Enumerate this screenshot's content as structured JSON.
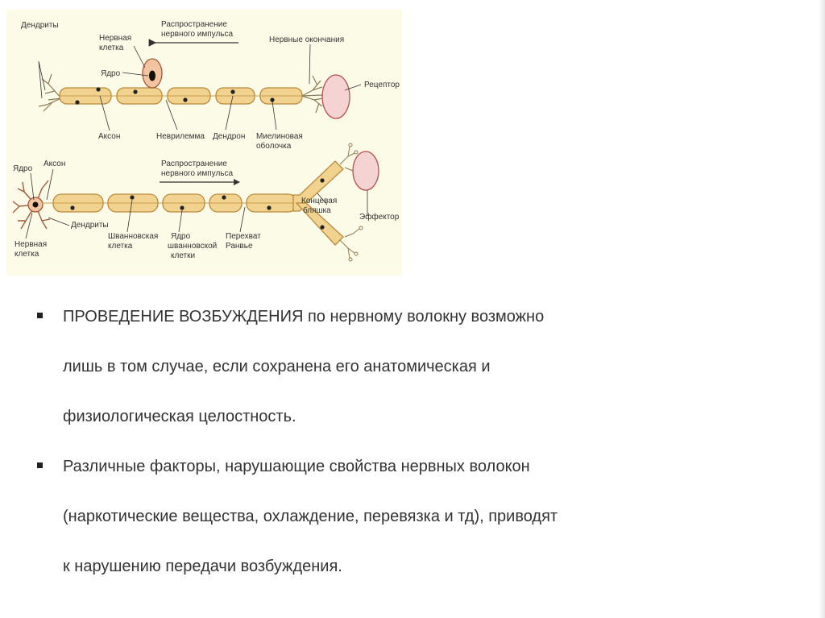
{
  "diagram": {
    "top": {
      "labels": {
        "dendrites": "Дендриты",
        "nerve_cell_1": "Нервная",
        "nerve_cell_2": "клетка",
        "nucleus": "Ядро",
        "impulse_1": "Распространение",
        "impulse_2": "нервного импульса",
        "endings": "Нервные окончания",
        "receptor": "Рецептор",
        "axon": "Аксон",
        "neurilemma": "Неврилемма",
        "dendron": "Дендрон",
        "myelin_1": "Миелиновая",
        "myelin_2": "оболочка"
      }
    },
    "bottom": {
      "labels": {
        "nucleus": "Ядро",
        "axon": "Аксон",
        "impulse_1": "Распространение",
        "impulse_2": "нервного импульса",
        "plaque_1": "Концевая",
        "plaque_2": "бляшка",
        "effector": "Эффектор",
        "dendrites": "Дендриты",
        "nerve_cell_1": "Нервная",
        "nerve_cell_2": "клетка",
        "schwann_1": "Шванновская",
        "schwann_2": "клетка",
        "schwann_nucleus_1": "Ядро",
        "schwann_nucleus_2": "шванновской",
        "schwann_nucleus_3": "клетки",
        "ranvier_1": "Перехват",
        "ranvier_2": "Ранвье"
      }
    },
    "colors": {
      "background": "#fcfbe8",
      "fiber_fill": "#f1d38f",
      "fiber_stroke": "#b98a3c",
      "cell_fill": "#f3c4a0",
      "organ_fill": "#f6d3d3",
      "organ_stroke": "#b45050"
    }
  },
  "bullets": [
    {
      "lines": [
        "ПРОВЕДЕНИЕ ВОЗБУЖДЕНИЯ по нервному волокну возможно",
        "лишь в том случае, если сохранена его анатомическая и",
        "физиологическая целостность."
      ]
    },
    {
      "lines": [
        "Различные факторы, нарушающие свойства нервных волокон",
        "(наркотические вещества, охлаждение, перевязка и тд), приводят",
        "к нарушению передачи возбуждения."
      ]
    }
  ]
}
